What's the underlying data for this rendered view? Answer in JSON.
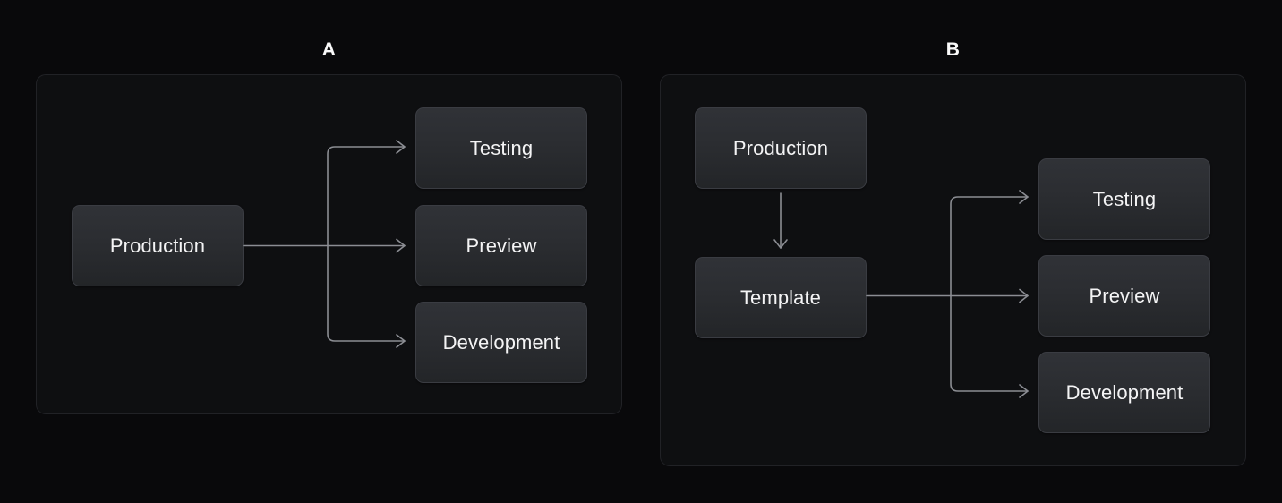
{
  "figure": {
    "background_color": "#09090b",
    "panel_background_color": "#0e0f11",
    "panel_border_color": "#212226",
    "node_fill_top_color": "#303237",
    "node_fill_bottom_color": "#232528",
    "node_border_color": "#3a3c42",
    "node_text_color": "#f4f4f5",
    "edge_color": "#8b8d93",
    "caption_text_color": "#fafafa"
  },
  "panels": [
    {
      "caption": "A",
      "nodes": {
        "source": "Production",
        "targets": [
          "Testing",
          "Preview",
          "Development"
        ]
      }
    },
    {
      "caption": "B",
      "nodes": {
        "source": "Production",
        "intermediate": "Template",
        "targets": [
          "Testing",
          "Preview",
          "Development"
        ]
      }
    }
  ],
  "chart_data": {
    "type": "diagram",
    "title": "",
    "diagram_kind": "flow-graph",
    "panels": [
      {
        "label": "A",
        "nodes": [
          "Production",
          "Testing",
          "Preview",
          "Development"
        ],
        "edges": [
          {
            "from": "Production",
            "to": "Testing",
            "style": "orthogonal-arrow"
          },
          {
            "from": "Production",
            "to": "Preview",
            "style": "straight-arrow"
          },
          {
            "from": "Production",
            "to": "Development",
            "style": "orthogonal-arrow"
          }
        ]
      },
      {
        "label": "B",
        "nodes": [
          "Production",
          "Template",
          "Testing",
          "Preview",
          "Development"
        ],
        "edges": [
          {
            "from": "Production",
            "to": "Template",
            "style": "vertical-arrow"
          },
          {
            "from": "Template",
            "to": "Testing",
            "style": "orthogonal-arrow"
          },
          {
            "from": "Template",
            "to": "Preview",
            "style": "straight-arrow"
          },
          {
            "from": "Template",
            "to": "Development",
            "style": "orthogonal-arrow"
          }
        ]
      }
    ]
  }
}
